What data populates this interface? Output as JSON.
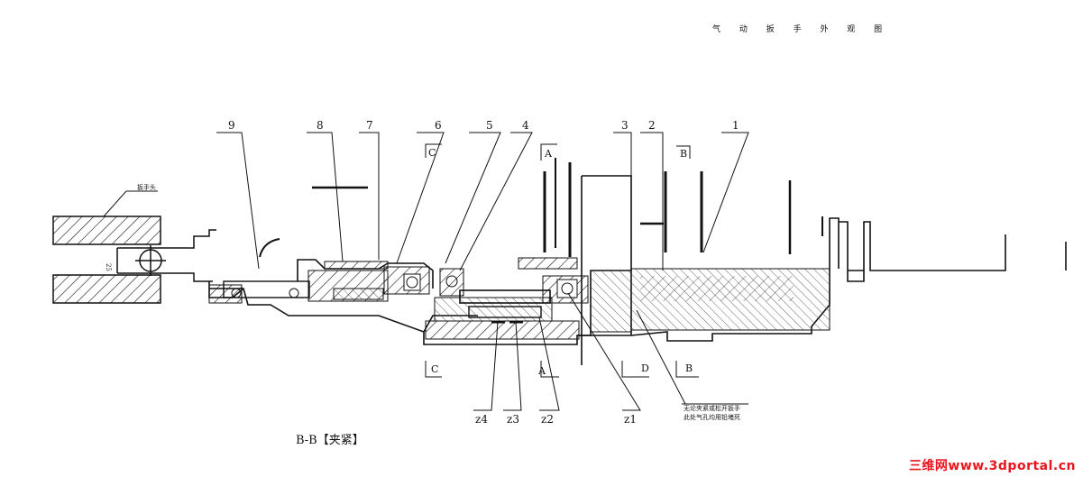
{
  "header": {
    "title": "气 动 扳 手 外 观 图"
  },
  "caption": "B-B【夹紧】",
  "jaw_label": "扳手头",
  "gap_label": "25",
  "note_lines": [
    "无论夹紧或松开扳手",
    "此处气孔均用铅堵死"
  ],
  "part_numbers": [
    "9",
    "8",
    "7",
    "6",
    "5",
    "4",
    "3",
    "2",
    "1"
  ],
  "section_marks": {
    "a_top": "A",
    "b_top": "B",
    "c_top": "C",
    "c_bottom": "C",
    "a_bottom": "A",
    "d_bottom": "D",
    "b_bottom": "B"
  },
  "gear_labels": [
    "z4",
    "z3",
    "z2",
    "z1"
  ],
  "watermark": "三维网www.3dportal.cn",
  "colors": {
    "line": "#111111",
    "watermark": "#e8161d"
  }
}
